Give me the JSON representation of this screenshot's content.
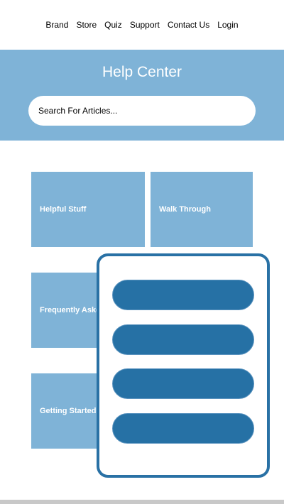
{
  "nav": {
    "items": [
      "Brand",
      "Store",
      "Quiz",
      "Support",
      "Contact Us",
      "Login"
    ]
  },
  "hero": {
    "title": "Help Center",
    "search_placeholder": "Search For Articles..."
  },
  "cards": [
    {
      "label": "Helpful Stuff"
    },
    {
      "label": "Walk Through"
    },
    {
      "label": "Frequently Asked"
    },
    {
      "label": "Getting Started"
    }
  ],
  "popup": {
    "buttons": [
      "",
      "",
      "",
      ""
    ]
  },
  "colors": {
    "hero_bg": "#7fb3d7",
    "card_bg": "#7fb3d7",
    "popup_border": "#2971a5",
    "pill_bg": "#2671a5"
  }
}
